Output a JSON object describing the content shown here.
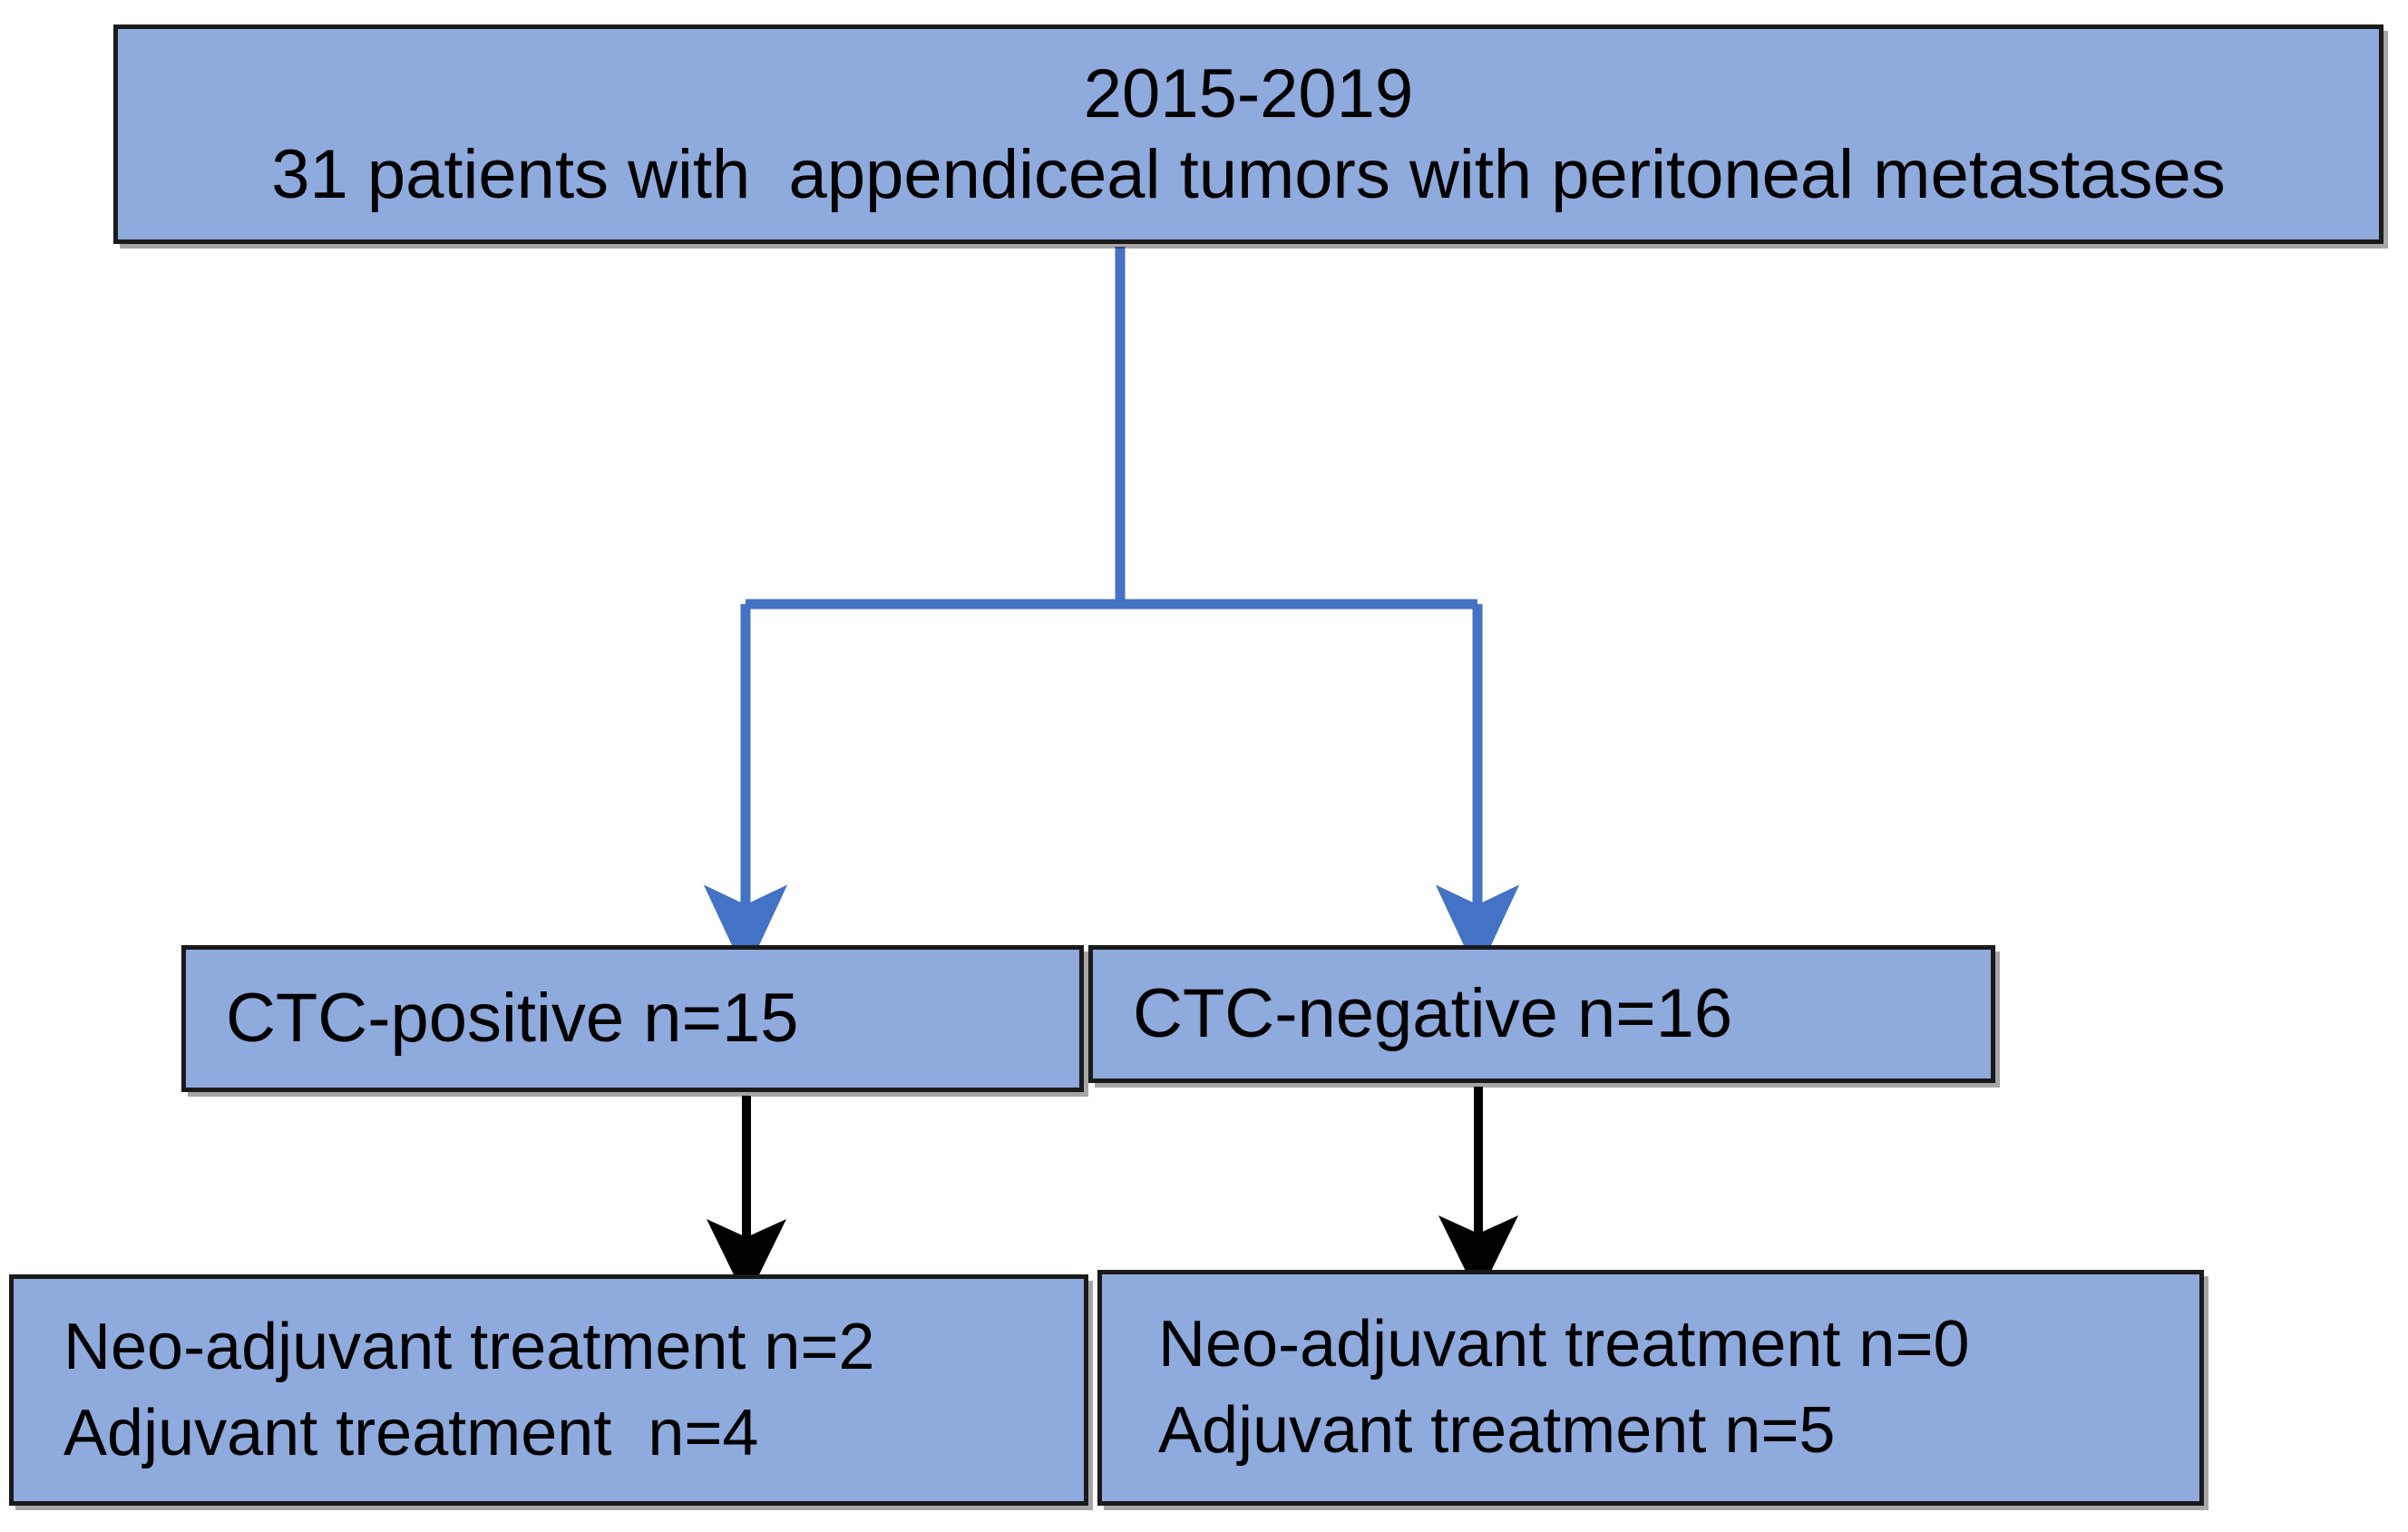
{
  "diagram": {
    "title": "CTC patient cohort flow diagram",
    "colors": {
      "box_fill": "#8FAADC",
      "box_border": "#1A1A1A",
      "blue_connector": "#4472C4",
      "black_connector": "#000000",
      "text": "#000000",
      "background": "#FFFFFF"
    },
    "nodes": {
      "cohort": {
        "line1": "2015-2019",
        "line2": "31 patients with  appendiceal tumors with peritoneal metastases"
      },
      "ctc_positive": {
        "line1": "CTC-positive n=15"
      },
      "ctc_negative": {
        "line1": "CTC-negative n=16"
      },
      "treatment_positive": {
        "line1": "Neo-adjuvant treatment n=2",
        "line2": "Adjuvant treatment  n=4"
      },
      "treatment_negative": {
        "line1": "Neo-adjuvant treatment n=0",
        "line2": "Adjuvant treatment n=5"
      }
    },
    "connectors": {
      "split_label": "cohort-splits-to-ctc-groups",
      "arrow_positive_label": "ctc-positive-to-treatment",
      "arrow_negative_label": "ctc-negative-to-treatment"
    }
  }
}
